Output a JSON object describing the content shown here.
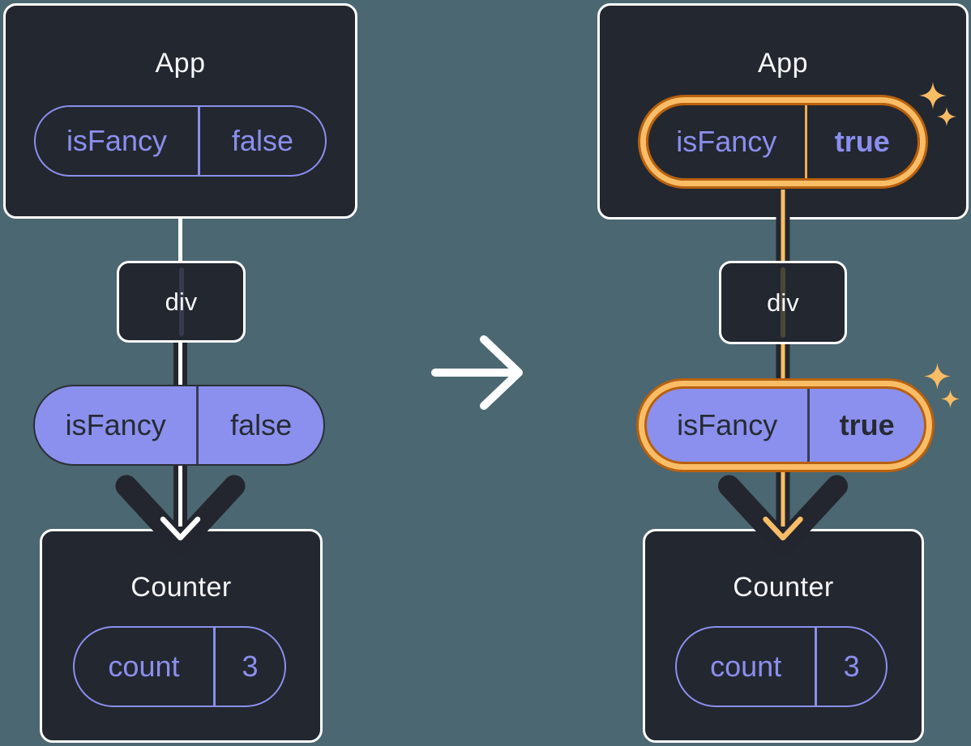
{
  "colors": {
    "background": "#4b6771",
    "card_fill": "#23272f",
    "card_border": "#ffffff",
    "accent_purple": "#8a8fee",
    "pill_fill_purple": "#8b90ee",
    "pill_text_dark": "#262b33",
    "highlight_orange_light": "#fabd66",
    "highlight_orange_dark": "#b8610f",
    "arrow_dark": "#23262e",
    "arrow_core_left": "#ffffff",
    "arrow_core_right": "#fabd66",
    "transition_arrow": "#ffffff"
  },
  "left_tree": {
    "app": {
      "title": "App",
      "prop": {
        "name": "isFancy",
        "value": "false"
      }
    },
    "div_label": "div",
    "prop_pill": {
      "name": "isFancy",
      "value": "false"
    },
    "counter": {
      "title": "Counter",
      "state": {
        "name": "count",
        "value": "3"
      }
    }
  },
  "right_tree": {
    "app": {
      "title": "App",
      "prop": {
        "name": "isFancy",
        "value": "true"
      }
    },
    "div_label": "div",
    "prop_pill": {
      "name": "isFancy",
      "value": "true"
    },
    "counter": {
      "title": "Counter",
      "state": {
        "name": "count",
        "value": "3"
      }
    }
  },
  "icons": {
    "transition_arrow": "right-arrow",
    "sparkle": "four-point-star"
  }
}
